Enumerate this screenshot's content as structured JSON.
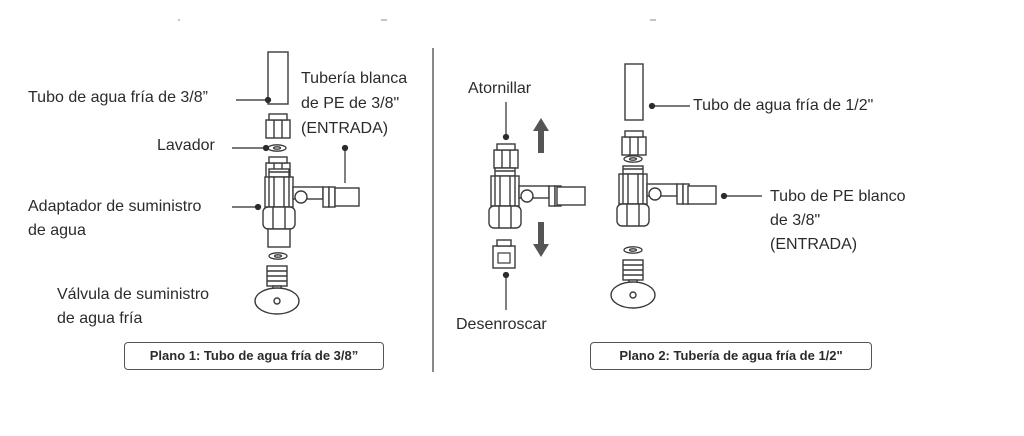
{
  "plan1": {
    "labels": {
      "cold_tube": "Tubo de agua fría de 3/8”",
      "white_pipe_line1": "Tubería blanca",
      "white_pipe_line2": "de PE de 3/8\"",
      "white_pipe_line3": "(ENTRADA)",
      "washer": "Lavador",
      "adapter_line1": "Adaptador de suministro",
      "adapter_line2": "de agua",
      "valve_line1": "Válvula de suministro",
      "valve_line2": "de agua fría"
    },
    "caption": "Plano 1: Tubo de agua fría de 3/8”"
  },
  "middle": {
    "labels": {
      "screw": "Atornillar",
      "unscrew": "Desenroscar"
    }
  },
  "plan2": {
    "labels": {
      "cold_tube": "Tubo de agua fría de 1/2\"",
      "pe_tube_line1": "Tubo de PE blanco",
      "pe_tube_line2": "de 3/8\"",
      "pe_tube_line3": "(ENTRADA)"
    },
    "caption": "Plano 2: Tubería de agua fría de 1/2\""
  },
  "colors": {
    "line": "#3a3a3a",
    "text": "#2b2b2b",
    "arrow": "#555555"
  }
}
